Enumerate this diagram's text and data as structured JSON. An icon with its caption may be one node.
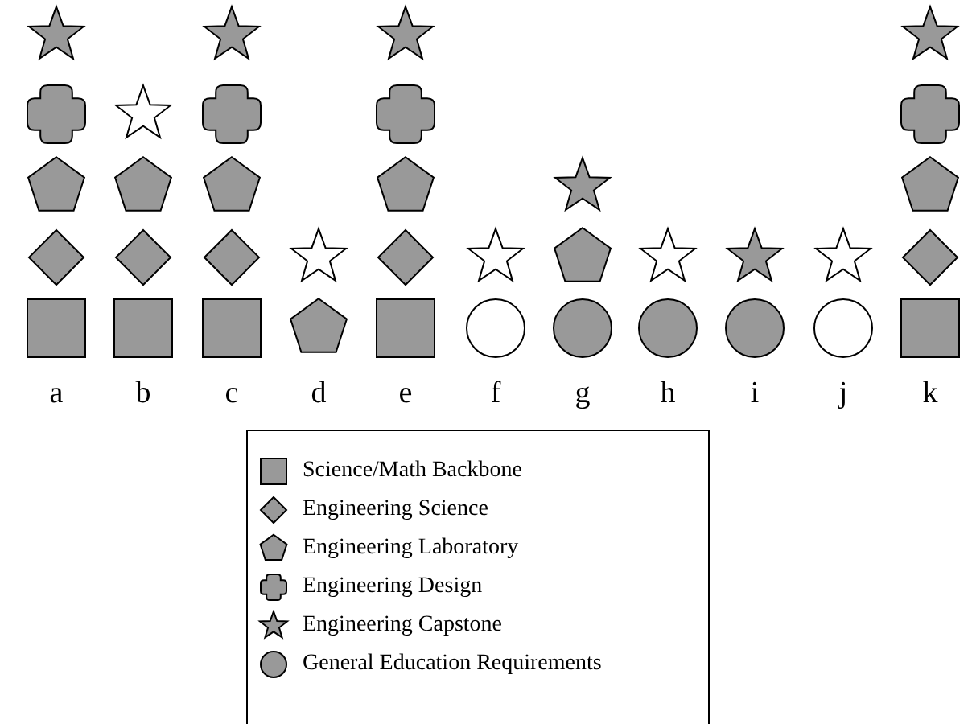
{
  "diagram": {
    "labels": [
      "a",
      "b",
      "c",
      "d",
      "e",
      "f",
      "g",
      "h",
      "i",
      "j",
      "k"
    ],
    "legend": [
      {
        "text": "Science/Math Backbone"
      },
      {
        "text": "Engineering Science"
      },
      {
        "text": "Engineering Laboratory"
      },
      {
        "text": "Engineering Design"
      },
      {
        "text": "Engineering Capstone"
      },
      {
        "text": "General Education Requirements"
      }
    ]
  }
}
